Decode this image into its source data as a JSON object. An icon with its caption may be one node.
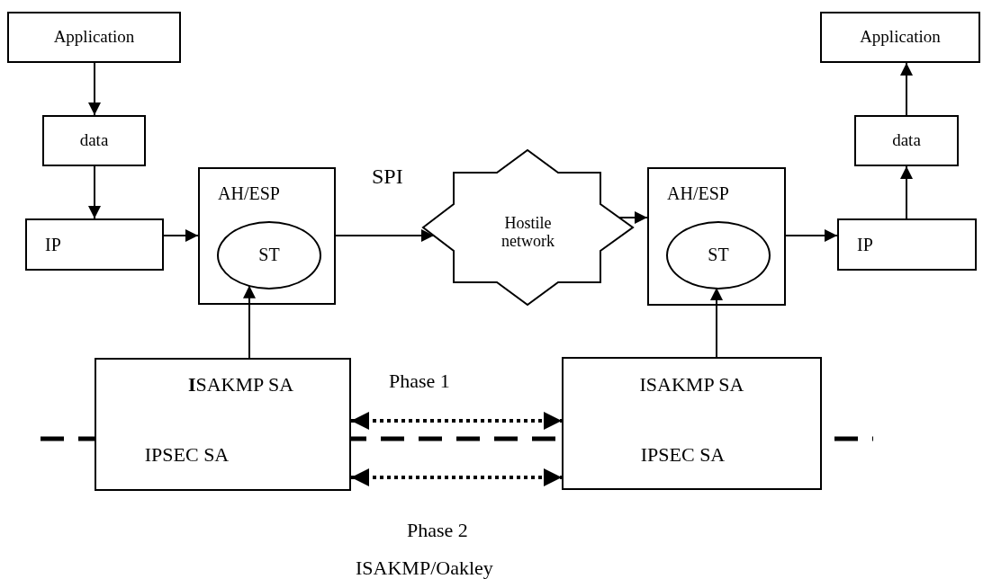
{
  "diagram": {
    "nodes": [
      {
        "text": [
          "Application"
        ]
      },
      {
        "text": [
          "data"
        ]
      },
      {
        "text": [
          "IP"
        ]
      },
      {
        "text": [
          "AH/ESP"
        ]
      },
      {
        "text": [
          "ST"
        ],
        "in": 3
      },
      {
        "text": [
          "Hostile network"
        ]
      },
      {
        "text": [
          "AH/ESP"
        ]
      },
      {
        "text": [
          "ST"
        ],
        "in": 6
      },
      {
        "text": [
          "IP"
        ]
      },
      {
        "text": [
          "data"
        ]
      },
      {
        "text": [
          "Application"
        ]
      },
      {
        "text": [
          "**I**SAKMP SA",
          "IPSEC SA"
        ]
      },
      {
        "text": [
          "ISAKMP SA",
          "IPSEC SA"
        ]
      }
    ],
    "edges": [
      {
        "from": 0,
        "to": 1,
        "arrow": "to"
      },
      {
        "from": 1,
        "to": 2,
        "arrow": "to"
      },
      {
        "from": 2,
        "to": 3,
        "arrow": "to"
      },
      {
        "from": 11,
        "to": 4,
        "arrow": "to"
      },
      {
        "from": 3,
        "to": 5,
        "arrow": "to",
        "label": "SPI"
      },
      {
        "from": 5,
        "to": 6,
        "arrow": "to"
      },
      {
        "from": 6,
        "to": 8,
        "arrow": "to"
      },
      {
        "from": 8,
        "to": 9,
        "arrow": "to"
      },
      {
        "from": 9,
        "to": 10,
        "arrow": "to"
      },
      {
        "from": 12,
        "to": 7,
        "arrow": "to"
      },
      {
        "from": 11,
        "to": 12,
        "arrow": "both",
        "style": "dashed",
        "label": "Phase 1"
      },
      {
        "from": 11,
        "to": 12,
        "arrow": "both",
        "style": "dashed",
        "label": "Phase 2"
      }
    ],
    "labels": [
      "ISAKMP/Oakley"
    ]
  }
}
